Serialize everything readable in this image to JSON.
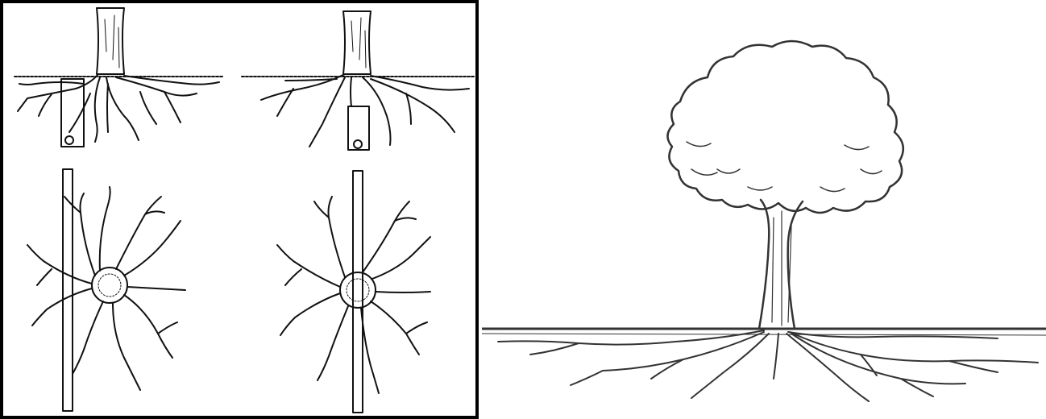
{
  "colors": {
    "ink": "#111111",
    "background": "#ffffff",
    "frame": "#000000"
  },
  "figure": {
    "left_panel": {
      "description_icons": [
        "root-pipe-side-view",
        "root-pipe-below-side-view",
        "root-pipe-plan-view",
        "root-pipe-through-plan-view"
      ]
    },
    "right_panel": {
      "description_icons": [
        "tree-with-wide-roots"
      ]
    }
  }
}
